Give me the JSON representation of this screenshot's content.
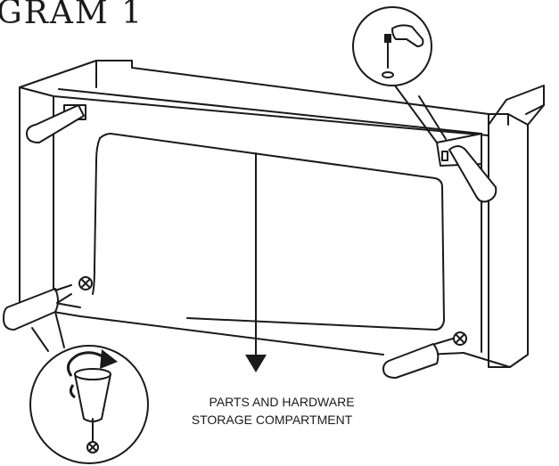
{
  "diagram": {
    "title": "GRAM 1",
    "label_line1": "PARTS AND HARDWARE",
    "label_line2": "STORAGE COMPARTMENT"
  },
  "colors": {
    "ink": "#1a1a1a",
    "background": "#ffffff"
  },
  "icons": {
    "detail_top": "hand-screwing-bolt-icon",
    "detail_bottom": "rotate-leg-arrow-icon"
  }
}
